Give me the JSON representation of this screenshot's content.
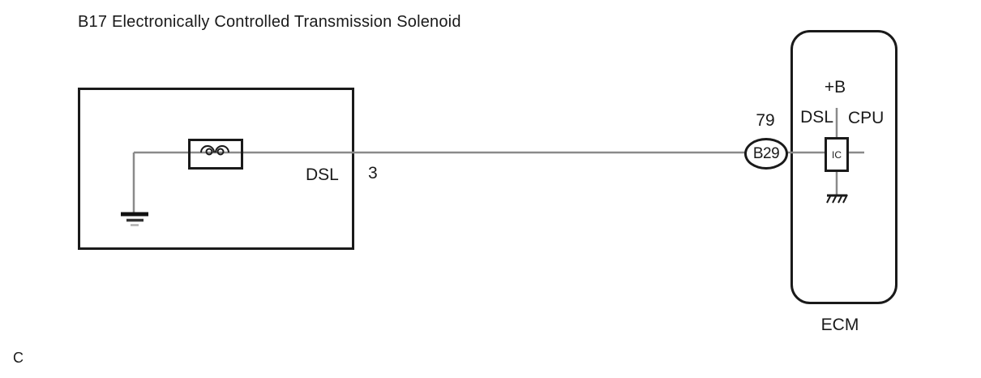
{
  "diagram": {
    "title": "B17 Electronically Controlled Transmission Solenoid",
    "footer_marker": "C",
    "solenoid_box": {
      "signal_label": "DSL",
      "terminal_number": "3"
    },
    "connector": {
      "terminal_number": "79",
      "connector_code": "B29"
    },
    "ecm": {
      "power_label": "+B",
      "signal_label": "DSL",
      "cpu_label": "CPU",
      "ic_label": "IC",
      "box_label": "ECM"
    },
    "icons": [
      "inductor-coil-icon",
      "earth-ground-icon",
      "chassis-ground-icon"
    ],
    "colors": {
      "line_black": "#1a1a1a",
      "wire_gray": "#8a8a8a"
    }
  }
}
